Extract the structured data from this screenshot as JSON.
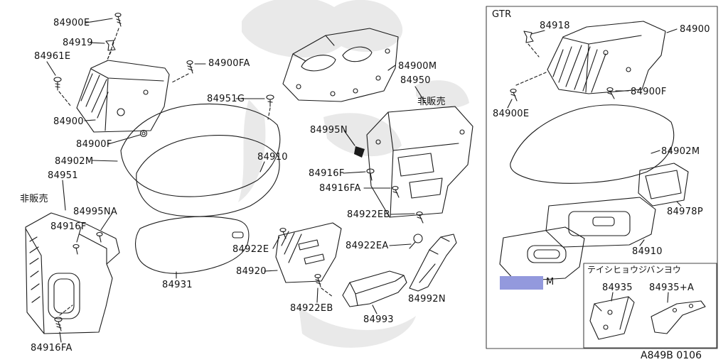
{
  "page": {
    "doc_code": "A849B 0106",
    "background_color": "#ffffff",
    "line_color": "#1a1a1a",
    "highlight_color": "#9399dd"
  },
  "main": {
    "labels": [
      "84900E",
      "84919",
      "84961E",
      "84900FA",
      "84951G",
      "84900M",
      "84950",
      "非販売",
      "84900",
      "84900F",
      "84902M",
      "84951",
      "非販売",
      "84995NA",
      "84916F",
      "84910",
      "84995N",
      "84916F",
      "84916FA",
      "84922EB",
      "84922EA",
      "84922E",
      "84920",
      "84931",
      "84922EB",
      "84993",
      "84992N",
      "84916FA"
    ]
  },
  "gtr": {
    "title": "GTR",
    "labels": [
      "84918",
      "84900",
      "84900F",
      "84900E",
      "84902M",
      "84978P",
      "84910"
    ],
    "highlighted_part": {
      "visible_text": "M"
    },
    "inset": {
      "title": "テイシヒョウジバンヨウ",
      "labels": [
        "84935",
        "84935+A"
      ]
    }
  }
}
